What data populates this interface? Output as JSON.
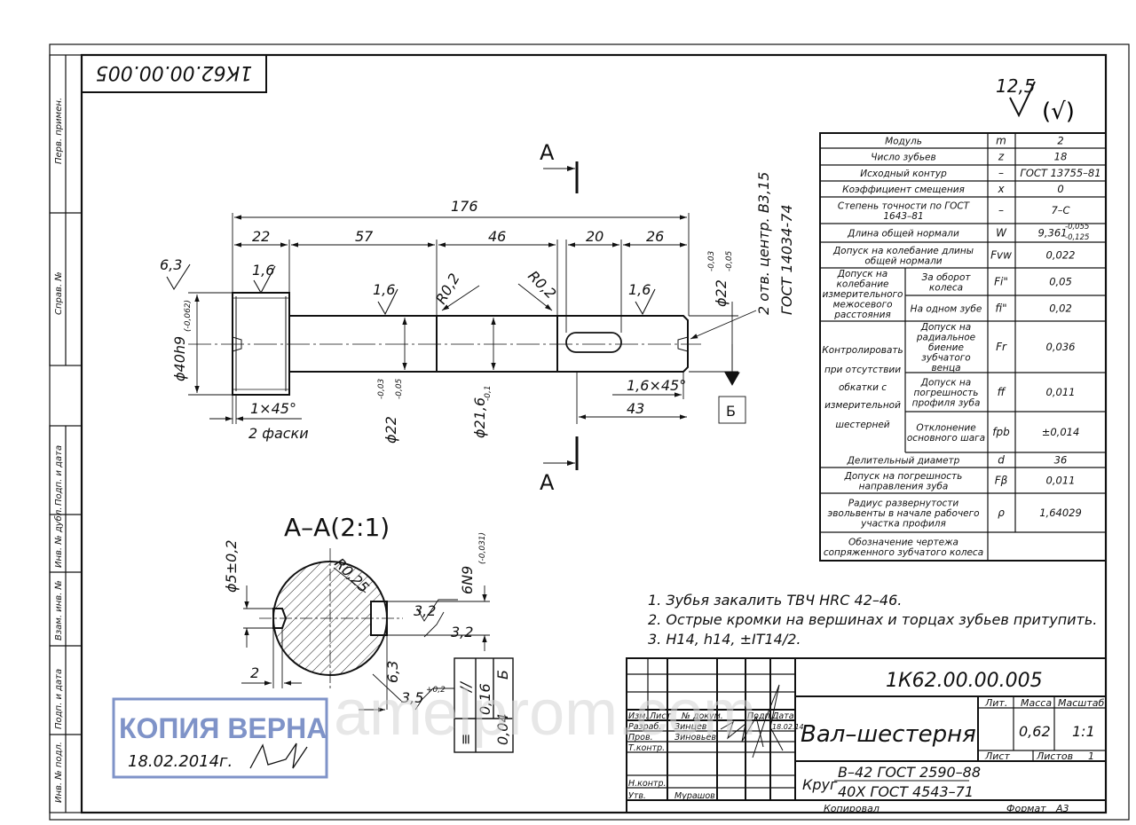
{
  "document": {
    "code_rotated": "1К62.00.00.005",
    "roughness": {
      "value": "12,5",
      "sign": "√",
      "paren_sign": "(√)"
    },
    "left_strip": [
      "Перв. примен.",
      "Справ. №",
      "Подп. и дата",
      "Инв. № дубл.",
      "Взам. инв. №",
      "Подп. и дата",
      "Инв. № подл."
    ],
    "section_marks": {
      "top": "А",
      "bottom": "А"
    },
    "dimensions": {
      "total": "176",
      "d1": "22",
      "d2": "57",
      "d3": "46",
      "d4": "20",
      "d5": "26",
      "rough_6_3": "6,3",
      "r1": "1,6",
      "r2": "1,6",
      "r3": "1,6",
      "r02a": "R0,2",
      "r02b": "R0,2",
      "dia_left": "ϕ40h9",
      "dia_left_tol": "(-0,062)",
      "dia_mid": "ϕ22",
      "dia_mid_tol1": "-0,03",
      "dia_mid_tol2": "-0,05",
      "dia_216": "ϕ21,6",
      "dia_216_tol": "-0,1",
      "dia_right": "ϕ22",
      "dia_right_tol1": "-0,03",
      "dia_right_tol2": "-0,05",
      "chamfer_left": "1×45°",
      "two_chamfers": "2 фаски",
      "chamfer_right": "1,6×45°",
      "len_43": "43",
      "centers_1": "2 отв. центр. В3,15",
      "centers_2": "ГОСТ 14034-74",
      "base": "Б"
    },
    "section": {
      "title": "А–А(2:1)",
      "d5": "ϕ5±0,2",
      "r025": "R0,25",
      "w6n9": "6N9",
      "w6n9_tol": "(-0,031)",
      "v32a": "3,2",
      "v32b": "3,2",
      "dim2": "2",
      "v63": "6,3",
      "d35": "3,5",
      "d35_tol": "+0,2",
      "tol_sym": "≡",
      "tol_016": "0,16",
      "tol_B": "Б",
      "tol_par": "//",
      "tol_004": "0,04"
    },
    "gear_table": [
      {
        "name": "Модуль",
        "sym": "m",
        "val": "2"
      },
      {
        "name": "Число зубьев",
        "sym": "z",
        "val": "18"
      },
      {
        "name": "Исходный контур",
        "sym": "–",
        "val": "ГОСТ 13755–81"
      },
      {
        "name": "Коэффициент смещения",
        "sym": "x",
        "val": "0"
      },
      {
        "name": "Степень точности по ГОСТ 1643–81",
        "sym": "–",
        "val": "7–С"
      },
      {
        "name": "Длина общей нормали",
        "sym": "W",
        "val": "9,361"
      },
      {
        "name": "Допуск на колебание длины общей нормали",
        "sym": "Fvw",
        "val": "0,022"
      },
      {
        "name": "За оборот колеса",
        "sym": "Fi\"",
        "val": "0,05"
      },
      {
        "name": "На одном зубе",
        "sym": "fi\"",
        "val": "0,02"
      },
      {
        "name": "Допуск на радиальное биение зубчатого венца",
        "sym": "Fr",
        "val": "0,036"
      },
      {
        "name": "Допуск на погрешность профиля зуба",
        "sym": "ff",
        "val": "0,011"
      },
      {
        "name": "Отклонение основного шага",
        "sym": "fpb",
        "val": "±0,014"
      },
      {
        "name": "Делительный диаметр",
        "sym": "d",
        "val": "36"
      },
      {
        "name": "Допуск на погрешность направления зуба",
        "sym": "Fβ",
        "val": "0,011"
      },
      {
        "name": "Радиус развернутости эвольвенты в начале рабочего участка профиля",
        "sym": "ρ",
        "val": "1,64029"
      },
      {
        "name": "Обозначение чертежа сопряженного зубчатого колеса",
        "sym": "",
        "val": ""
      }
    ],
    "gear_table_extra": {
      "w_tol_top": "-0,055",
      "w_tol_bot": "-0,125",
      "group1": "Допуск на колебание измерительного межосевого расстояния",
      "group2_l1": "Контролировать",
      "group2_l2": "при отсутствии",
      "group2_l3": "обкатки с",
      "group2_l4": "измерительной",
      "group2_l5": "шестерней"
    },
    "notes": [
      "1. Зубья закалить ТВЧ HRC 42–46.",
      "2. Острые кромки на вершинах и торцах зубьев притупить.",
      "3. H14, h14, ±IT14/2."
    ],
    "title_block": {
      "code": "1К62.00.00.005",
      "name": "Вал–шестерня",
      "material_pre": "Круг",
      "material_top": "В–42 ГОСТ 2590–88",
      "material_bot": "40Х ГОСТ 4543–71",
      "lit": "Лит.",
      "mass": "Масса",
      "scale": "Масштаб",
      "mass_val": "0,62",
      "scale_val": "1:1",
      "sheet": "Лист",
      "sheets": "Листов",
      "sheets_val": "1",
      "h_izm": "Изм.",
      "h_list": "Лист",
      "h_doc": "№ докум.",
      "h_sign": "Подп.",
      "h_date": "Дата",
      "razrab": "Разраб.",
      "razrab_name": "Зинцев",
      "date": "18.02.14",
      "prov": "Пров.",
      "prov_name": "Зиновьев",
      "tkontr": "Т.контр.",
      "nkontr": "Н.контр.",
      "utv": "Утв.",
      "utv_name": "Мурашов",
      "copied": "Копировал",
      "format": "Формат",
      "format_val": "А3"
    },
    "stamp": {
      "text": "КОПИЯ ВЕРНА",
      "date": "18.02.2014г."
    },
    "watermark": "amelprom.com"
  }
}
